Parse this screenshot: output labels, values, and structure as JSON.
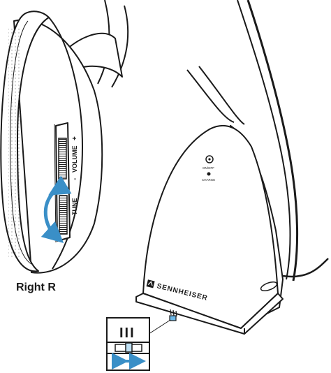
{
  "headphone": {
    "volume_label": "VOLUME",
    "volume_plus": "+",
    "volume_minus": "-",
    "tune_label": "TUNE",
    "side_label": "Right R"
  },
  "transmitter": {
    "brand": "SENNHEISER",
    "on_off_label": "ON/OFF",
    "charge_label": "CHARGE"
  },
  "inset": {
    "channel_marks": "III"
  },
  "colors": {
    "accent": "#3a8fc7",
    "line": "#1a1a1a"
  }
}
